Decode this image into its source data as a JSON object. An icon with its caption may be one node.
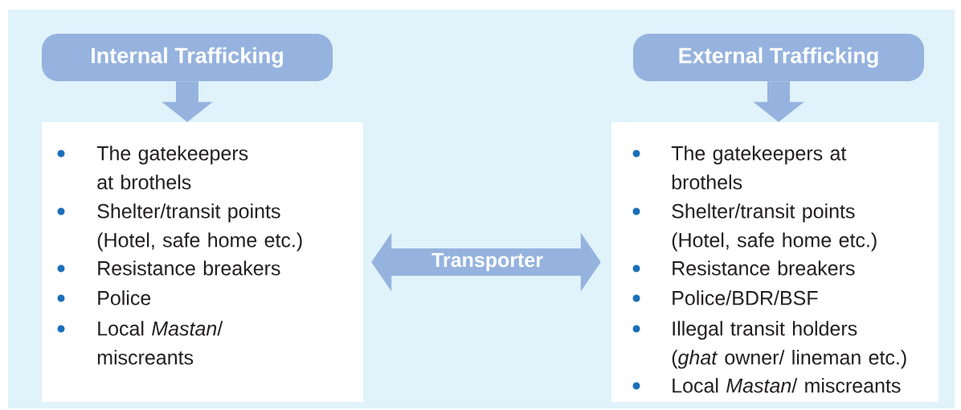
{
  "diagram": {
    "nodes": [
      {
        "text": [
          "Internal Trafficking"
        ]
      },
      {
        "text": [
          "External Trafficking"
        ]
      },
      {
        "text": [
          "The gatekeepers at brothels",
          "Shelter/transit points (Hotel, safe home etc.)",
          "Resistance breakers",
          "Police",
          "Local *Mastan*/ miscreants"
        ]
      },
      {
        "text": [
          "The gatekeepers at brothels",
          "Shelter/transit points (Hotel, safe home etc.)",
          "Resistance breakers",
          "Police/BDR/BSF",
          "Illegal transit holders (*ghat* owner/ lineman etc.)",
          "Local *Mastan*/ miscreants"
        ]
      }
    ],
    "edges": [
      {
        "from": 0,
        "to": 2,
        "arrow": "to"
      },
      {
        "from": 1,
        "to": 3,
        "arrow": "to"
      },
      {
        "from": 2,
        "to": 3,
        "arrow": "both",
        "label": "Transporter"
      }
    ]
  }
}
